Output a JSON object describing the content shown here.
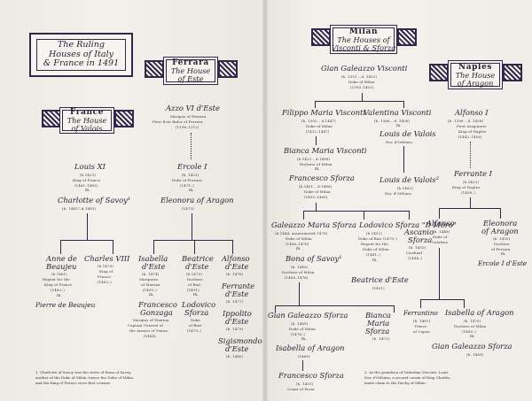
{
  "title": {
    "line1": "The Ruling",
    "line2": "Houses of Italy",
    "line3": "& France in 1491"
  },
  "houses": {
    "france": {
      "cap": "France",
      "sub1": "The House",
      "sub2": "of Valois"
    },
    "ferrara": {
      "cap": "Ferrara",
      "sub1": "The House",
      "sub2": "of Este"
    },
    "milan": {
      "cap": "Milan",
      "sub1": "The Houses of",
      "sub2": "Visconti & Sforza"
    },
    "naples": {
      "cap": "Naples",
      "sub1": "The House",
      "sub2": "of Aragon"
    }
  },
  "people": {
    "louis11": {
      "name": "Louis XI",
      "d": [
        "(b.1423)",
        "King of France",
        "(1461–1483)"
      ]
    },
    "charlotte": {
      "name": "Charlotte of Savoy¹",
      "d": [
        "(b. 1445?–d.1483)"
      ]
    },
    "anne": {
      "name1": "Anne de",
      "name2": "Beaujeu",
      "d": [
        "(b.1461)",
        "Regent for the",
        "King of France",
        "(1483–)"
      ]
    },
    "charles8": {
      "name1": "Charles VIII",
      "d": [
        "(b.1470)",
        "King of",
        "France",
        "(1483–)"
      ]
    },
    "pierre": {
      "name": "Pierre de Beaujeu"
    },
    "azzo": {
      "name": "Azzo VI d'Este",
      "d": [
        "Marquis of Ferrara",
        "First Este Ruler of Ferrara",
        "(1196–1212)"
      ]
    },
    "ercole": {
      "name": "Ercole I",
      "d": [
        "(b. 1431)",
        "Duke of Ferrara",
        "(1471–)"
      ]
    },
    "eleonora1": {
      "name": "Eleonora of Aragon",
      "d": [
        "(1473)"
      ]
    },
    "isabella": {
      "name1": "Isabella",
      "name2": "d'Este",
      "d": [
        "(b. 1474)",
        "Marquesa",
        "of Mantua",
        "(1490–)"
      ]
    },
    "francesco_g": {
      "name1": "Francesco",
      "name2": "Gonzaga",
      "d": [
        "Marquis of Mantua",
        "Captain General of",
        "the Armies of Venice",
        "(1484)"
      ]
    },
    "beatrice1": {
      "name1": "Beatrice",
      "name2": "d'Este",
      "d": [
        "(b.1475)",
        "Duchess",
        "of Bari",
        "(1491)"
      ]
    },
    "lodovico1": {
      "name1": "Lodovico",
      "name2": "Sforza",
      "d": [
        "Duke",
        "of Bari",
        "(1479–)"
      ]
    },
    "alfonso_e": {
      "name1": "Alfonso",
      "name2": "d'Este",
      "d": [
        "(b. 1476)"
      ]
    },
    "ferrante_e": {
      "name1": "Ferrante",
      "name2": "d'Este",
      "d": [
        "(b. 1477)"
      ]
    },
    "ippolito": {
      "name1": "Ippolito",
      "name2": "d'Este",
      "d": [
        "(b. 1479)"
      ]
    },
    "sigismondo": {
      "name1": "Sigismondo",
      "name2": "d'Este",
      "d": [
        "(b. 1480)"
      ]
    },
    "gian_g": {
      "name": "Gian Galeazzo Visconti",
      "d": [
        "(b. 1351 – d. 1402)",
        "Duke of Milan",
        "(1395–1402)"
      ]
    },
    "filippo": {
      "name": "Filippo Maria Visconti",
      "d": [
        "(b. 1392 – d.1447)",
        "Duke of Milan",
        "(1412–1447)"
      ]
    },
    "valentina": {
      "name": "Valentina Visconti",
      "d": [
        "(b. 1366 – d. 1408)"
      ]
    },
    "louis_valois": {
      "name": "Louis de Valois",
      "d": [
        "Duc d'Orléans"
      ]
    },
    "bianca": {
      "name": "Bianca Maria Visconti",
      "d": [
        "(b.1425 – d.1468)",
        "Duchess of Milan"
      ]
    },
    "francesco_s": {
      "name": "Francesco Sforza",
      "d": [
        "(b.1401 – d.1466)",
        "Duke of Milan",
        "(1450–1466)"
      ]
    },
    "louis_valois2": {
      "name": "Louis de Valois²",
      "d": [
        "(b.1462)",
        "Duc d'Orléans"
      ]
    },
    "galeazzo": {
      "name": "Galeazzo Maria Sforza",
      "d": [
        "(b.1444, assassinated 1476)",
        "Duke of Milan",
        "(1466–1476)"
      ]
    },
    "bona": {
      "name": "Bona of Savoy¹",
      "d": [
        "(b. 1449)",
        "Duchess of Milan",
        "(1468–1476)"
      ]
    },
    "lodovico": {
      "name": "Lodovico Sforza \"Il Moro\"",
      "d": [
        "(b.1452)",
        "Duke of Bari (1479–)",
        "Regent for the",
        "Duke of Milan",
        "(1481–)"
      ]
    },
    "ascanio": {
      "name1": "Ascanio",
      "name2": "Sforza",
      "d": [
        "(b. 1455)",
        "Cardinal",
        "(1484–)"
      ]
    },
    "beatrice2": {
      "name": "Beatrice d'Este",
      "d": [
        "(1491)"
      ]
    },
    "gian_s": {
      "name": "Gian Galeazzo Sforza",
      "d": [
        "(b. 1469)",
        "Duke of Milan",
        "(1476–)"
      ]
    },
    "bianca_ms": {
      "name1": "Bianca",
      "name2": "Maria",
      "name3": "Sforza",
      "d": [
        "(b. 1472)"
      ]
    },
    "isabella_a": {
      "name": "Isabella of Aragon",
      "d": [
        "(1489)"
      ]
    },
    "francesco_s2": {
      "name": "Francesco Sforza",
      "d": [
        "(b. 1491)",
        "Count of Pavia"
      ]
    },
    "alfonso1": {
      "name": "Alfonso I",
      "d": [
        "(b. 1396 – d. 1458)",
        "First Aragonese",
        "King of Naples",
        "(1442–1458)"
      ]
    },
    "ferrante1": {
      "name": "Ferrante I",
      "d": [
        "(b.1423)",
        "King of Naples",
        "(1458–)"
      ]
    },
    "alfonso_c": {
      "name": "Alfonso",
      "d": [
        "(b. 1448)",
        "Duke of",
        "Calabria"
      ]
    },
    "eleonora2": {
      "name1": "Eleonora",
      "name2": "of Aragon",
      "d": [
        "(b. 1450)",
        "Duchess",
        "of Ferrara"
      ]
    },
    "ercole2": {
      "name": "Ercole I d'Este"
    },
    "ferrantino": {
      "name": "Ferrantino",
      "d": [
        "(b. 1467)",
        "Prince",
        "of Capua"
      ]
    },
    "isabella_a2": {
      "name": "Isabella of Aragon",
      "d": [
        "(b. 1470)",
        "Duchess of Milan",
        "(1489–)"
      ]
    },
    "gian_s2": {
      "name": "Gian Galeazzo Sforza",
      "d": [
        "(b. 1469)"
      ]
    }
  },
  "marriage": "m.",
  "footnotes": {
    "left": [
      "1. Charlotte of Savoy was the sister of Bona of Savoy,",
      "mother of the Duke of Milan; hence the Duke of Milan",
      "and the King of France were first cousins."
    ],
    "right": [
      "2. As the grandson of Valentina Visconti, Louis",
      "Duc d'Orléans, a second cousin of King Charles,",
      "made claim to the Duchy of Milan."
    ]
  }
}
